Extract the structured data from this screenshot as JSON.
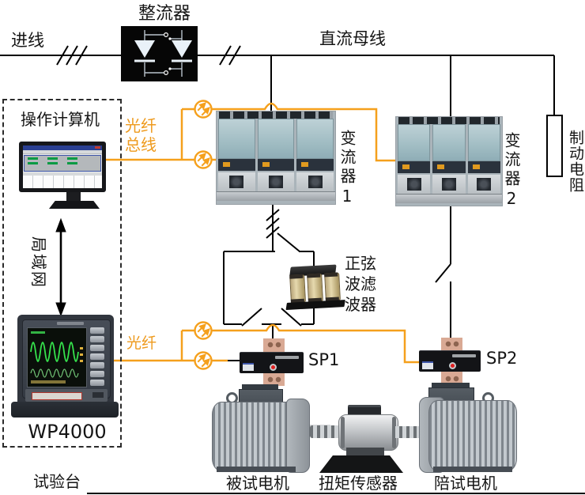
{
  "colors": {
    "fiber": "#F5A01C",
    "wire": "#000000"
  },
  "top": {
    "rectifier": "整流器",
    "incoming_line": "进线",
    "dc_bus": "直流母线"
  },
  "station": {
    "computer": "操作计算机",
    "lan": "局域网",
    "analyzer": "WP4000",
    "bench": "试验台"
  },
  "fiber": {
    "bus": "光纤总线",
    "link": "光纤"
  },
  "power": {
    "converter1": "变流器1",
    "converter2": "变流器2",
    "brake_resistor": "制动电阻",
    "sine_filter": "正弦波滤波器"
  },
  "transducers": {
    "sp1": "SP1",
    "sp2": "SP2"
  },
  "rig": {
    "test_motor": "被试电机",
    "torque_sensor": "扭矩传感器",
    "companion_motor": "陪试电机"
  },
  "icons": {
    "fiber_coupler": "orange circle with two diagonal arrows",
    "lan_link": "vertical double-headed arrow",
    "rectifier_box": "black box with two thyristor symbols",
    "switch": "open blade switch",
    "cable_mark": "diagonal slash marks"
  }
}
